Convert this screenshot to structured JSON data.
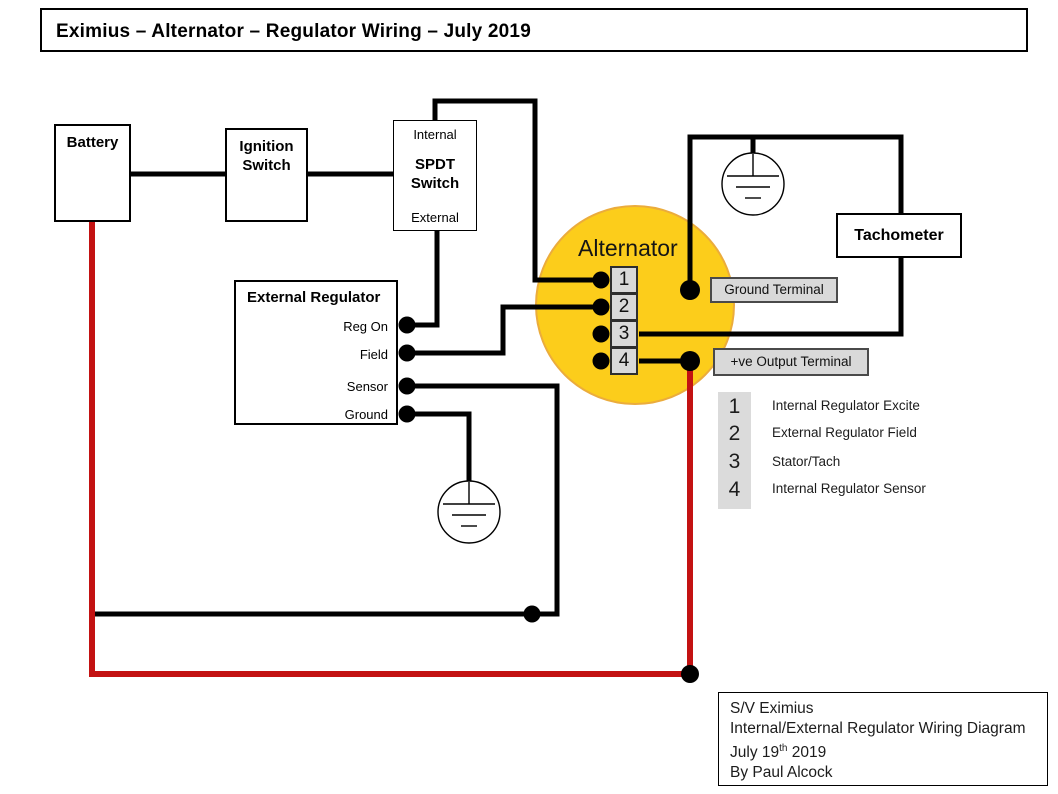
{
  "title": "Eximius – Alternator – Regulator Wiring – July 2019",
  "battery": {
    "label": "Battery"
  },
  "ignition": {
    "label": "Ignition Switch"
  },
  "spdt": {
    "internal": "Internal",
    "label": "SPDT Switch",
    "external": "External"
  },
  "alternator": {
    "label": "Alternator",
    "terminals": [
      "1",
      "2",
      "3",
      "4"
    ]
  },
  "tachometer": {
    "label": "Tachometer"
  },
  "regulator": {
    "label": "External Regulator",
    "pins": [
      "Reg On",
      "Field",
      "Sensor",
      "Ground"
    ]
  },
  "tags": {
    "ground": "Ground Terminal",
    "output": "+ve Output Terminal"
  },
  "legend": [
    {
      "num": "1",
      "label": "Internal Regulator Excite"
    },
    {
      "num": "2",
      "label": "External Regulator Field"
    },
    {
      "num": "3",
      "label": "Stator/Tach"
    },
    {
      "num": "4",
      "label": "Internal Regulator Sensor"
    }
  ],
  "info": {
    "line1": "S/V Eximius",
    "line2": "Internal/External Regulator Wiring Diagram",
    "date_prefix": "July 19",
    "date_sup": "th",
    "date_suffix": " 2019",
    "line4": "By Paul Alcock"
  },
  "colors": {
    "wire_black": "#000000",
    "wire_red": "#C31212",
    "alternator_yellow": "#FCCD1B",
    "tag_gray": "#D9D9D9"
  },
  "connections": [
    {
      "from": "Battery",
      "to": "Ignition Switch",
      "wire": "black"
    },
    {
      "from": "Ignition Switch",
      "to": "SPDT Switch",
      "wire": "black"
    },
    {
      "from": "SPDT Switch (Internal)",
      "to": "Alternator terminal 1",
      "wire": "black"
    },
    {
      "from": "SPDT Switch (External)",
      "to": "External Regulator Reg On",
      "wire": "black"
    },
    {
      "from": "External Regulator Field",
      "to": "Alternator terminal 2",
      "wire": "black"
    },
    {
      "from": "External Regulator Sensor",
      "to": "Battery positive wire",
      "wire": "black"
    },
    {
      "from": "External Regulator Ground",
      "to": "Earth ground",
      "wire": "black"
    },
    {
      "from": "Alternator Ground Terminal",
      "to": "Earth ground",
      "wire": "black"
    },
    {
      "from": "Alternator Ground Terminal",
      "to": "Tachometer",
      "wire": "black"
    },
    {
      "from": "Alternator terminal 3",
      "to": "Tachometer",
      "wire": "black"
    },
    {
      "from": "Alternator terminal 4",
      "to": "+ve Output Terminal",
      "wire": "black"
    },
    {
      "from": "Battery",
      "to": "+ve Output Terminal",
      "wire": "red"
    }
  ]
}
